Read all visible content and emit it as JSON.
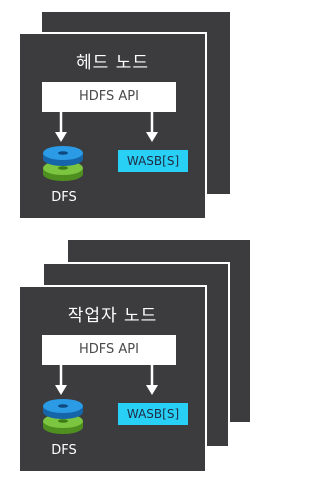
{
  "head_node": {
    "title": "헤드 노드",
    "api_label": "HDFS API",
    "storage_label": "WASB[S]",
    "dfs_label": "DFS"
  },
  "worker_node": {
    "title": "작업자 노드",
    "api_label": "HDFS API",
    "storage_label": "WASB[S]",
    "dfs_label": "DFS"
  },
  "colors": {
    "card": "#3c3c3f",
    "storage_box": "#29d0f5",
    "disk_top": "#1e8fd8",
    "disk_bottom": "#6ab82e"
  }
}
